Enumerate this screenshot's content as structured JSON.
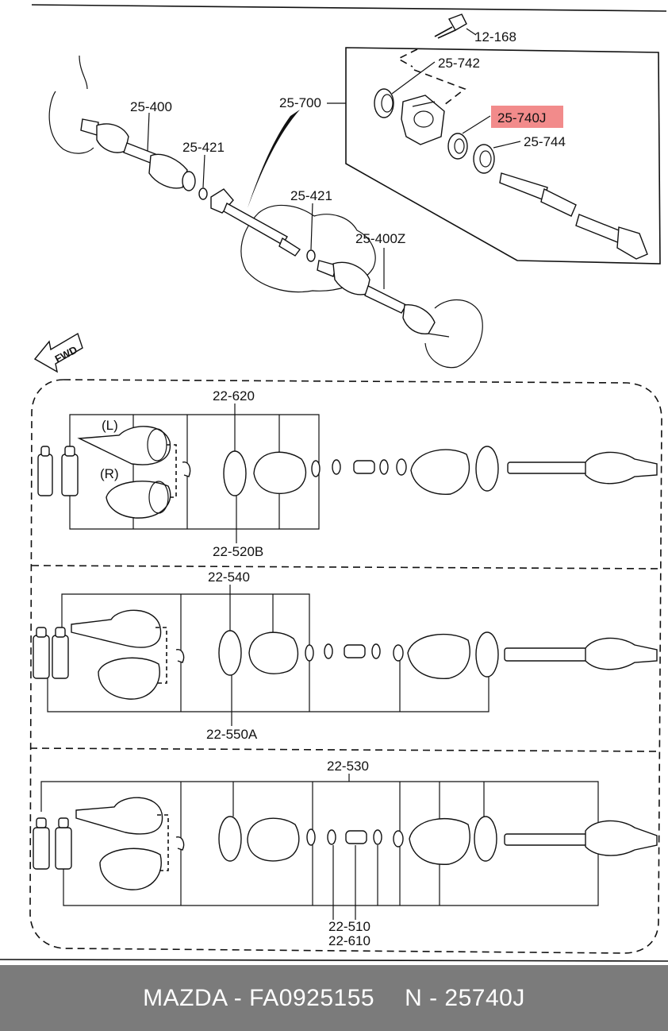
{
  "labels": {
    "p12168": "12-168",
    "p25742": "25-742",
    "p25700": "25-700",
    "p25740J": "25-740J",
    "p25744": "25-744",
    "p25400": "25-400",
    "p25421a": "25-421",
    "p25421b": "25-421",
    "p25400Z": "25-400Z",
    "fwd": "FWD",
    "p22620": "22-620",
    "p22520B": "22-520B",
    "left": "(L)",
    "right": "(R)",
    "p22540": "22-540",
    "p22550A": "22-550A",
    "p22530": "22-530",
    "p22510": "22-510",
    "p22610": "22-610"
  },
  "highlight": {
    "color": "#f28b8b"
  },
  "footer": {
    "brand_part": "MAZDA - FA0925155",
    "ref": "N - 25740J"
  }
}
